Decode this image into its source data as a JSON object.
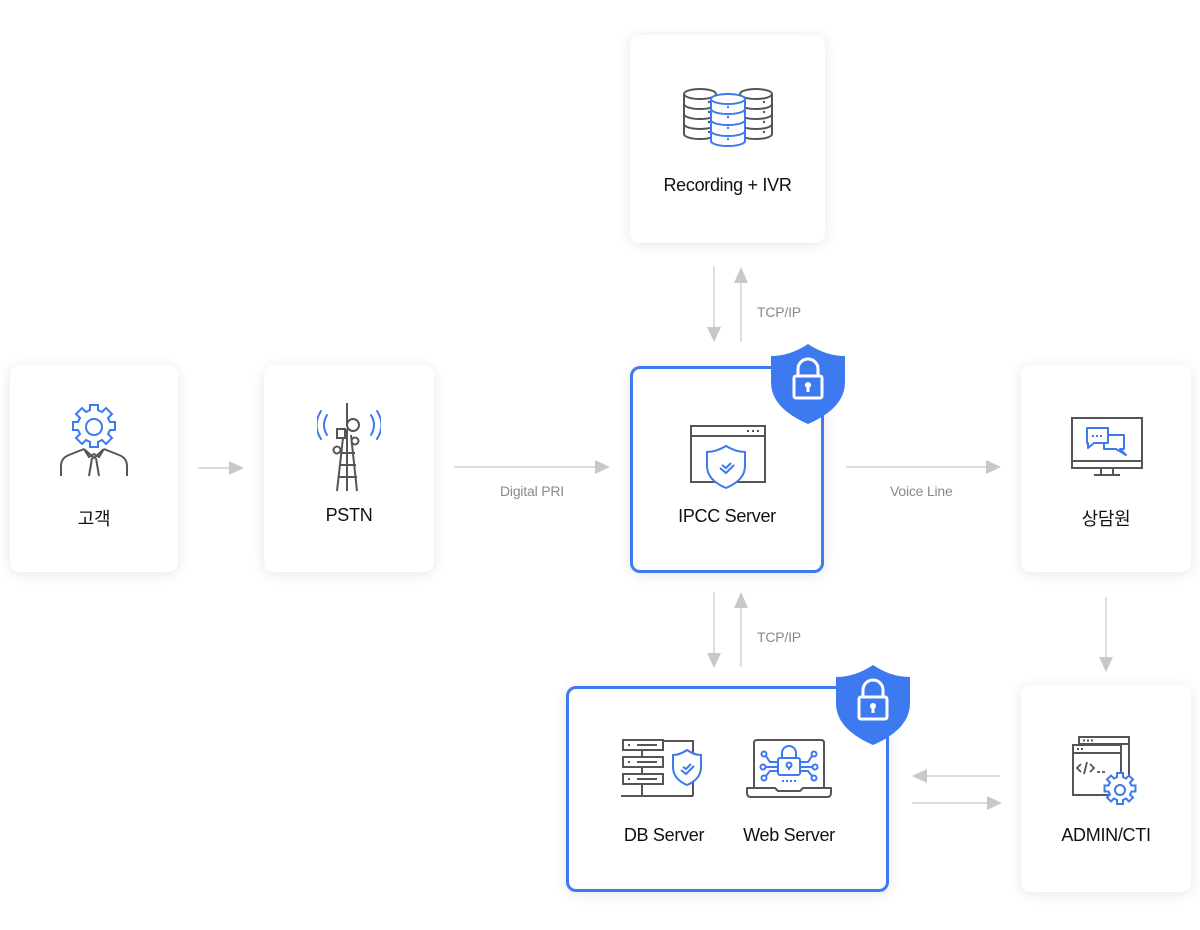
{
  "diagram": {
    "nodes": {
      "customer": {
        "label": "고객",
        "icon": "person-gear-icon"
      },
      "pstn": {
        "label": "PSTN",
        "icon": "cell-tower-icon"
      },
      "recording": {
        "label": "Recording + IVR",
        "icon": "database-stack-icon"
      },
      "ipcc": {
        "label": "IPCC Server",
        "icon": "window-shield-icon",
        "secured": true
      },
      "agent": {
        "label": "상담원",
        "icon": "monitor-chat-icon"
      },
      "admin": {
        "label": "ADMIN/CTI",
        "icon": "code-window-gear-icon"
      },
      "db": {
        "label": "DB Server",
        "icon": "server-shield-icon",
        "secured": true
      },
      "web": {
        "label": "Web Server",
        "icon": "laptop-lock-icon",
        "secured": true
      }
    },
    "connections": [
      {
        "from": "customer",
        "to": "pstn",
        "label": ""
      },
      {
        "from": "pstn",
        "to": "ipcc",
        "label": "Digital PRI"
      },
      {
        "from": "ipcc",
        "to": "agent",
        "label": "Voice Line"
      },
      {
        "from": "recording",
        "to": "ipcc",
        "label": "TCP/IP",
        "bidirectional": true
      },
      {
        "from": "ipcc",
        "to": "db",
        "label": "TCP/IP",
        "bidirectional": true
      },
      {
        "from": "agent",
        "to": "admin",
        "label": ""
      },
      {
        "from": "admin",
        "to": "db",
        "label": "",
        "bidirectional": true
      }
    ],
    "colors": {
      "accent": "#3d7af0",
      "icon_stroke": "#555555",
      "arrow": "#c8c8c8",
      "label_text": "#111111",
      "connection_text": "#8a8a8a"
    }
  }
}
